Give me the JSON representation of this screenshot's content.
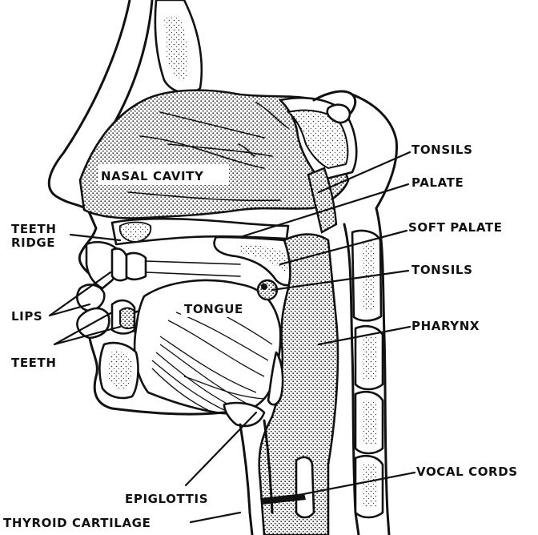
{
  "labels": {
    "nasal_cavity": "NASAL CAVITY",
    "tonsils_upper": "TONSILS",
    "palate": "PALATE",
    "teeth_ridge_line1": "TEETH",
    "teeth_ridge_line2": "RIDGE",
    "soft_palate": "SOFT PALATE",
    "tonsils_lower": "TONSILS",
    "lips": "LIPS",
    "tongue": "TONGUE",
    "pharynx": "PHARYNX",
    "teeth": "TEETH",
    "vocal_cords": "VOCAL CORDS",
    "epiglottis": "EPIGLOTTIS",
    "thyroid_cartilage": "THYROID CARTILAGE"
  },
  "colors": {
    "ink": "#111111",
    "paper": "#ffffff"
  }
}
